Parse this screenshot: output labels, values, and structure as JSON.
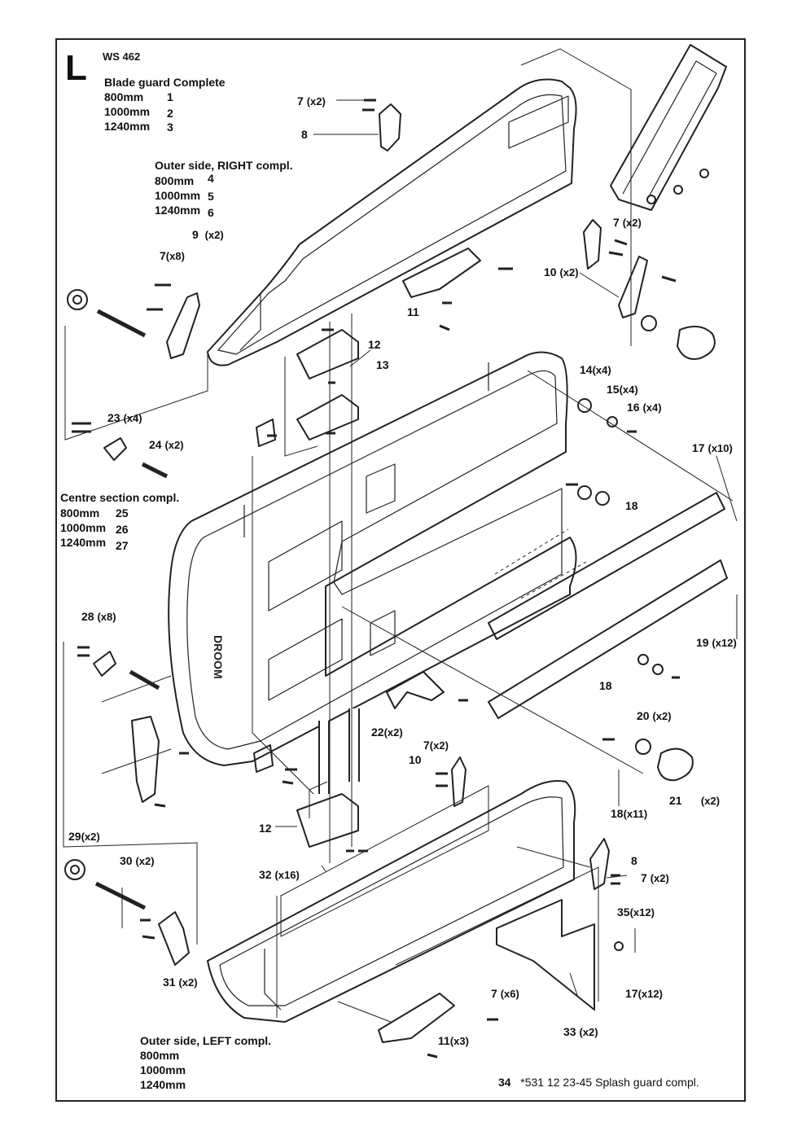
{
  "header": {
    "letter": "L",
    "model": "WS 462"
  },
  "groups": {
    "blade_guard": {
      "title": "Blade guard Complete",
      "sizes": [
        "800mm",
        "1000mm",
        "1240mm"
      ],
      "numbers": [
        "1",
        "2",
        "3"
      ]
    },
    "outer_right": {
      "title": "Outer side, RIGHT compl.",
      "sizes": [
        "800mm",
        "1000mm",
        "1240mm"
      ],
      "numbers": [
        "4",
        "5",
        "6"
      ]
    },
    "centre": {
      "title": "Centre section compl.",
      "sizes": [
        "800mm",
        "1000mm",
        "1240mm"
      ],
      "numbers": [
        "25",
        "26",
        "27"
      ]
    },
    "outer_left": {
      "title": "Outer side, LEFT compl.",
      "sizes": [
        "800mm",
        "1000mm",
        "1240mm"
      ]
    }
  },
  "callouts": [
    {
      "num": "7",
      "qty": "(x2)"
    },
    {
      "num": "8",
      "qty": ""
    },
    {
      "num": "9",
      "qty": "(x2)"
    },
    {
      "num": "7",
      "qty": "(x8)"
    },
    {
      "num": "7",
      "qty": "(x2)"
    },
    {
      "num": "10",
      "qty": "(x2)"
    },
    {
      "num": "11",
      "qty": ""
    },
    {
      "num": "12",
      "qty": ""
    },
    {
      "num": "13",
      "qty": ""
    },
    {
      "num": "14",
      "qty": "(x4)"
    },
    {
      "num": "15",
      "qty": "(x4)"
    },
    {
      "num": "16",
      "qty": "(x4)"
    },
    {
      "num": "23",
      "qty": "(x4)"
    },
    {
      "num": "24",
      "qty": "(x2)"
    },
    {
      "num": "17",
      "qty": "(x10)"
    },
    {
      "num": "18",
      "qty": ""
    },
    {
      "num": "19",
      "qty": "(x12)"
    },
    {
      "num": "28",
      "qty": "(x8)"
    },
    {
      "num": "18",
      "qty": ""
    },
    {
      "num": "20",
      "qty": "(x2)"
    },
    {
      "num": "22",
      "qty": "(x2)"
    },
    {
      "num": "7",
      "qty": "(x2)"
    },
    {
      "num": "10",
      "qty": ""
    },
    {
      "num": "21",
      "qty": "(x2)"
    },
    {
      "num": "18",
      "qty": "(x11)"
    },
    {
      "num": "12",
      "qty": ""
    },
    {
      "num": "29",
      "qty": "(x2)"
    },
    {
      "num": "30",
      "qty": "(x2)"
    },
    {
      "num": "8",
      "qty": ""
    },
    {
      "num": "32",
      "qty": "(x16)"
    },
    {
      "num": "7",
      "qty": "(x2)"
    },
    {
      "num": "35",
      "qty": "(x12)"
    },
    {
      "num": "31",
      "qty": "(x2)"
    },
    {
      "num": "7",
      "qty": "(x6)"
    },
    {
      "num": "17",
      "qty": "(x12)"
    },
    {
      "num": "11",
      "qty": "(x3)"
    },
    {
      "num": "33",
      "qty": "(x2)"
    }
  ],
  "footer": {
    "num": "34",
    "text": "*531 12 23-45 Splash guard compl."
  },
  "side_text": "DROOM"
}
